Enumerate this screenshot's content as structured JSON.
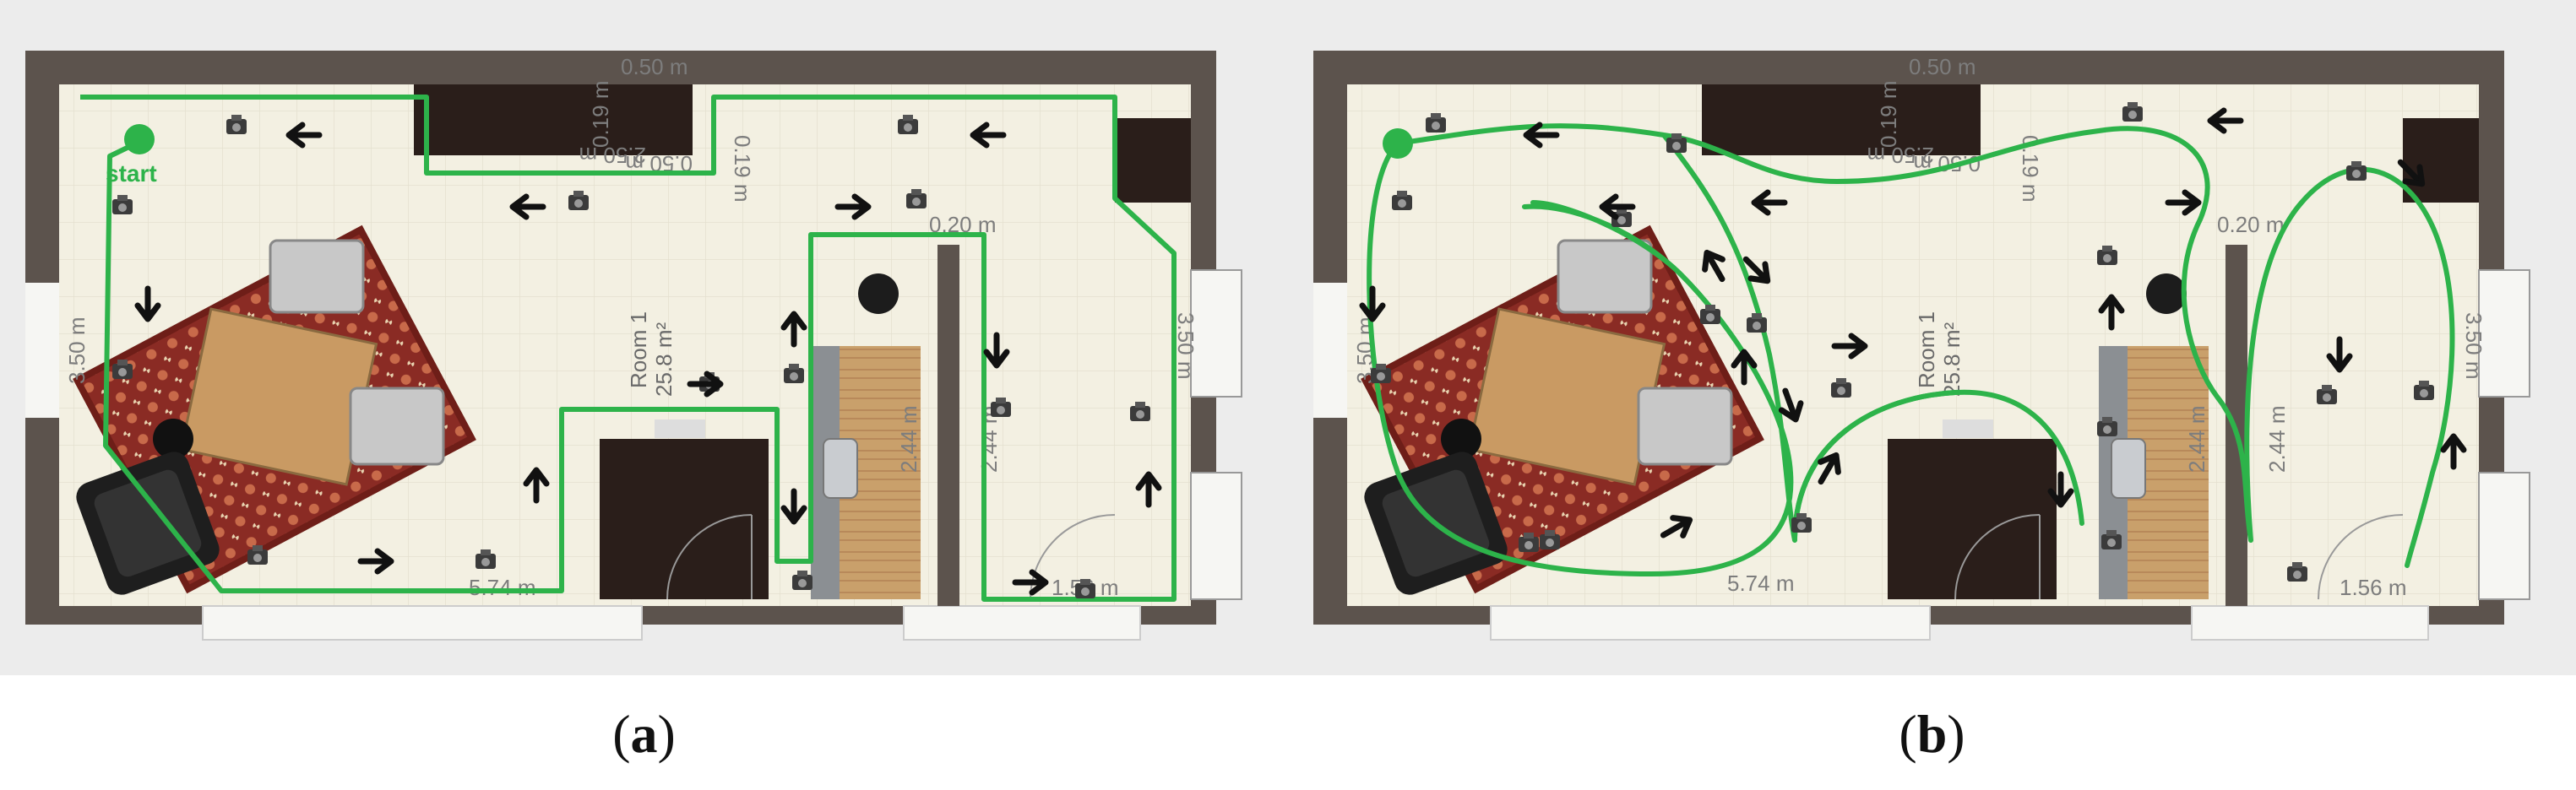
{
  "panels": [
    {
      "caption_label": "a",
      "start_label": "start",
      "room_name": "Room 1",
      "room_area": "25.8 m²",
      "dims": {
        "top_width": "0.50 m",
        "top_h1": "0.19 m",
        "top_h2": "2.50 m",
        "top_w2": "0.50 m",
        "top_h3": "0.19 m",
        "left_height": "3.50 m",
        "right_height": "3.50 m",
        "bottom_width": "5.74 m",
        "kitchen_h1": "2.44 m",
        "kitchen_h2": "2.44 m",
        "corridor_w": "0.20 m",
        "corridor_bottom": "1.56 m"
      }
    },
    {
      "caption_label": "b",
      "room_name": "Room 1",
      "room_area": "25.8 m²",
      "dims": {
        "top_width": "0.50 m",
        "top_h1": "0.19 m",
        "top_h2": "2.50 m",
        "top_w2": "0.50 m",
        "top_h3": "0.19 m",
        "left_height": "3.50 m",
        "right_height": "3.50 m",
        "bottom_width": "5.74 m",
        "kitchen_h1": "2.44 m",
        "kitchen_h2": "2.44 m",
        "corridor_w": "0.20 m",
        "corridor_bottom": "1.56 m"
      }
    }
  ],
  "colors": {
    "path": "#2db34a",
    "wall": "#5c534d",
    "floor": "#f3f0e2",
    "rug": "#8a2b24",
    "table": "#c99a63",
    "counter": "#c9a06b",
    "dark_furniture": "#2a1e1a",
    "arrow": "#111111"
  },
  "icons": [
    "camera-icon",
    "arrow-icon",
    "start-marker-icon"
  ]
}
